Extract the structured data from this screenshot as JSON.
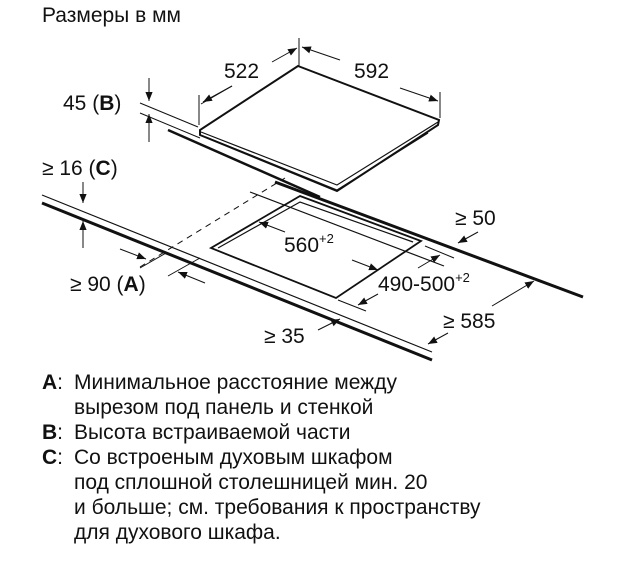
{
  "title": "Размеры в мм",
  "diagram": {
    "dim_width_depth": "522",
    "dim_width_length": "592",
    "dim_height_b": "45 (B)",
    "dim_height_b_value": "45 (",
    "dim_height_b_letter": "B",
    "dim_c_value": "≥ 16 (",
    "dim_c_letter": "C",
    "dim_a_value": "≥ 90 (",
    "dim_a_letter": "A",
    "cutout_length": "560",
    "cutout_length_tolerance": "+2",
    "cutout_depth": "490-500",
    "cutout_depth_tolerance": "+2",
    "rear_clearance": "≥ 50",
    "front_clearance": "≥ 35",
    "countertop_depth": "≥ 585",
    "close_paren": ")"
  },
  "legend": [
    {
      "key": "A",
      "lines": [
        "Минимальное расстояние между",
        "вырезом под панель и стенкой"
      ]
    },
    {
      "key": "B",
      "lines": [
        "Высота встраиваемой части"
      ]
    },
    {
      "key": "C",
      "lines": [
        "Со встроеным духовым шкафом",
        "под сплошной столешницей мин. 20",
        "и больше; см. требования к пространству",
        "для духового шкафа."
      ]
    }
  ]
}
